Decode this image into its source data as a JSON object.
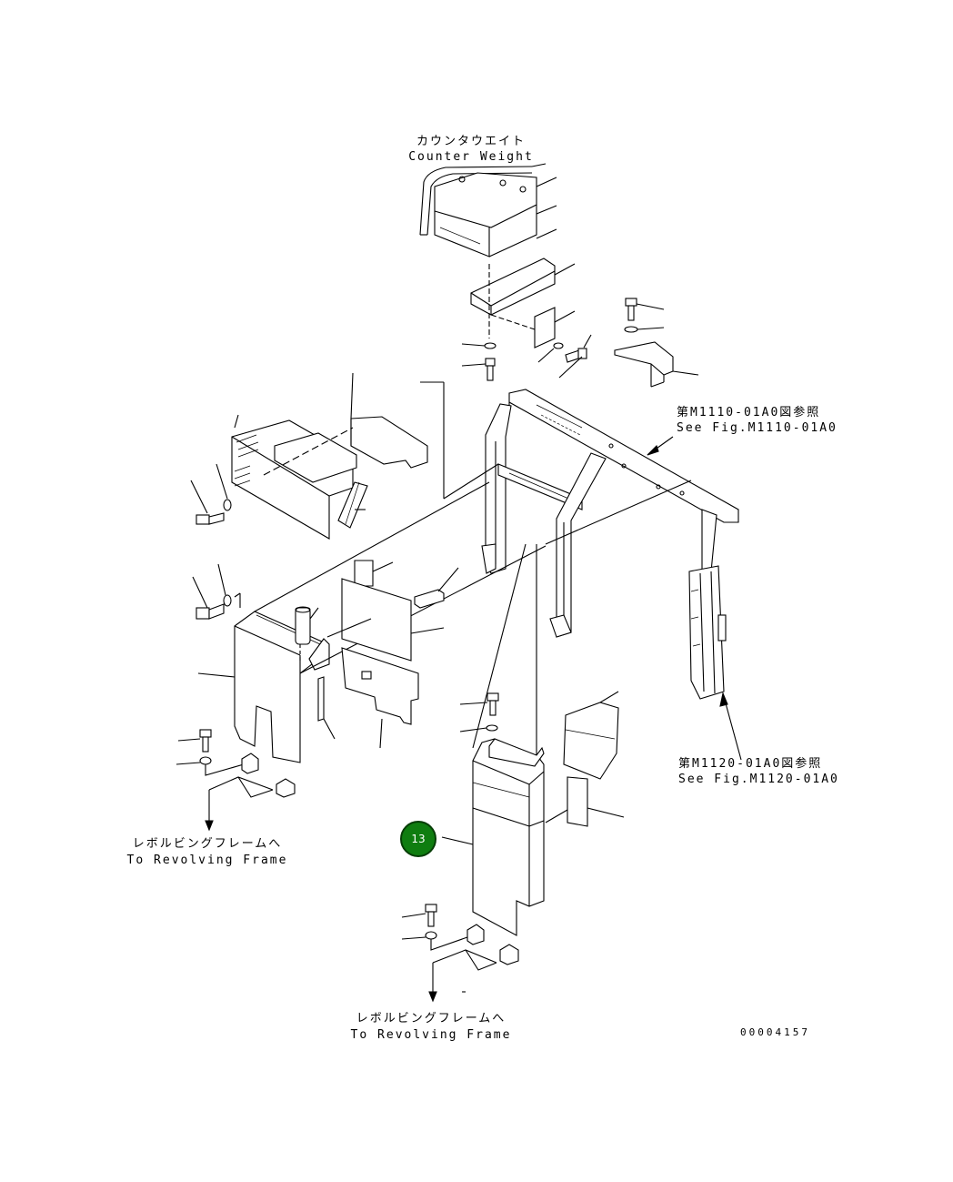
{
  "labels": {
    "counterweight_jp": "カウンタウエイト",
    "counterweight_en": "Counter Weight",
    "ref1_jp": "第M1110-01A0図参照",
    "ref1_en": "See Fig.M1110-01A0",
    "ref2_jp": "第M1120-01A0図参照",
    "ref2_en": "See Fig.M1120-01A0",
    "frame1_jp": "レボルビングフレームへ",
    "frame1_en": "To Revolving Frame",
    "frame2_jp": "レボルビングフレームへ",
    "frame2_en": "To Revolving Frame",
    "drawing_no": "00004157"
  },
  "callout": {
    "number": "13",
    "color": "#0f7d10"
  }
}
